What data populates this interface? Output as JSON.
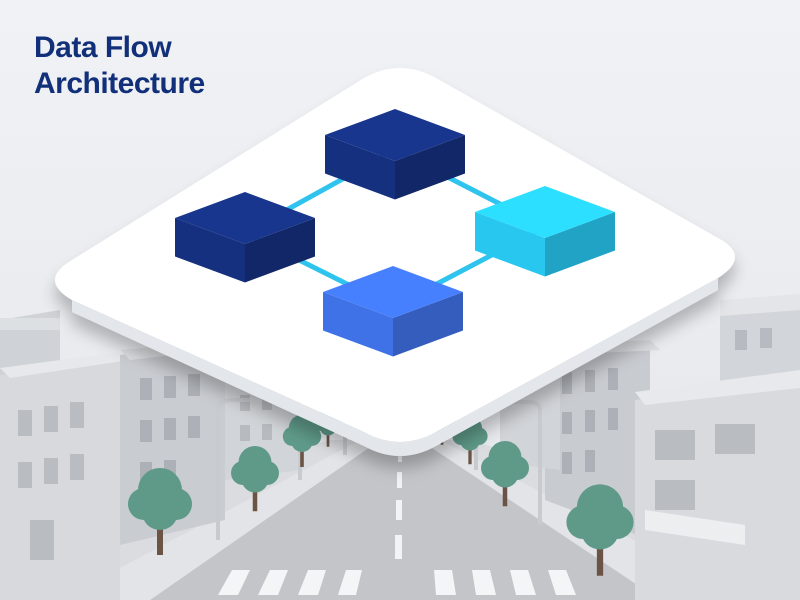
{
  "title": {
    "line1": "Data Flow",
    "line2": "Architecture"
  },
  "colors": {
    "background": "#edeff3",
    "title_text": "#12307a",
    "platform": "#ffffff",
    "connector": "#2ec4ee",
    "node_navy": "#15307e",
    "node_cyan": "#27c7ef",
    "node_blue": "#3f72e6",
    "building": "#d7d9dd",
    "road": "#c3c5c9",
    "tree_canopy": "#5f9a88",
    "tree_trunk": "#6b5445"
  },
  "diagram": {
    "nodes": [
      {
        "id": "node-top",
        "color": "node_navy"
      },
      {
        "id": "node-left",
        "color": "node_navy"
      },
      {
        "id": "node-right",
        "color": "node_cyan"
      },
      {
        "id": "node-bottom",
        "color": "node_blue"
      }
    ],
    "edges": [
      {
        "from": "node-left",
        "to": "node-top"
      },
      {
        "from": "node-top",
        "to": "node-right"
      },
      {
        "from": "node-left",
        "to": "node-bottom"
      },
      {
        "from": "node-bottom",
        "to": "node-right"
      }
    ]
  },
  "icons": {
    "tree": "tree-icon",
    "street_lamp": "street-lamp-icon",
    "building": "building-icon"
  }
}
